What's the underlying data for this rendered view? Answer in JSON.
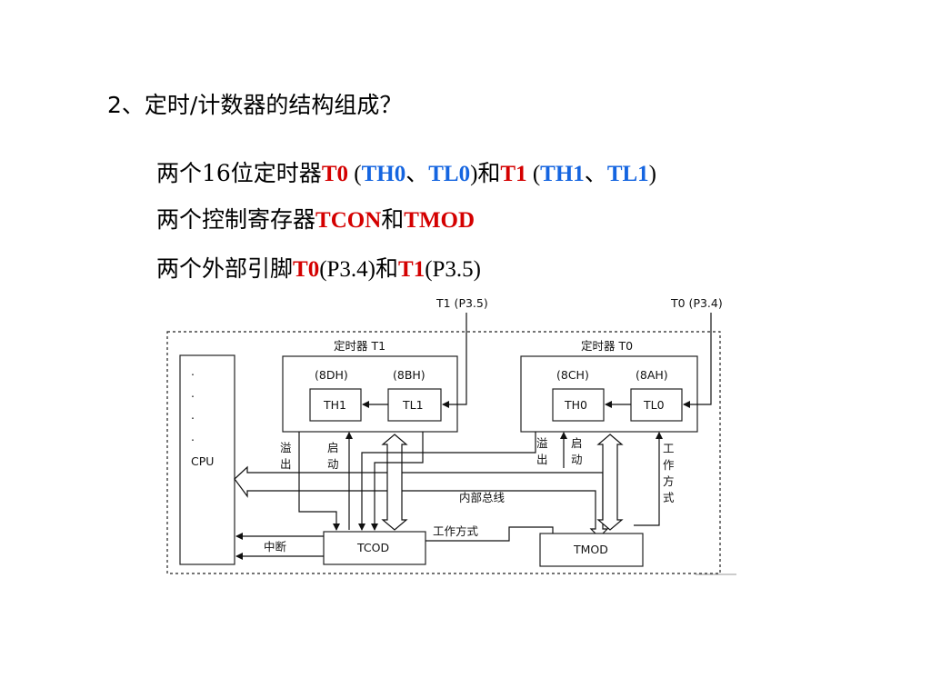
{
  "heading": "2、定时/计数器的结构组成？",
  "line1": {
    "p1": "两个16位定时器",
    "t0": "T0",
    "p2": " (",
    "th0": "TH0",
    "sep1": "、",
    "tl0": "TL0",
    "p3": ")和",
    "t1": "T1",
    "p4": " (",
    "th1": "TH1",
    "sep2": "、",
    "tl1": "TL1",
    "p5": ")"
  },
  "line2": {
    "p1": "两个控制寄存器",
    "tcon": "TCON",
    "and": "和",
    "tmod": "TMOD"
  },
  "line3": {
    "p1": "两个外部引脚",
    "t0": "T0",
    "p2": "(P3.4)和",
    "t1": "T1",
    "p3": "(P3.5)"
  },
  "diagram": {
    "pin_t1": "T1 (P3.5)",
    "pin_t0": "T0 (P3.4)",
    "timer1_label": "定时器 T1",
    "timer0_label": "定时器 T0",
    "addr_th1": "(8DH)",
    "addr_tl1": "(8BH)",
    "addr_th0": "(8CH)",
    "addr_tl0": "(8AH)",
    "th1": "TH1",
    "tl1": "TL1",
    "th0": "TH0",
    "tl0": "TL0",
    "cpu": "CPU",
    "overflow1": [
      "溢",
      "出"
    ],
    "start1": [
      "启",
      "动"
    ],
    "overflow0": [
      "溢",
      "出"
    ],
    "start0": [
      "启",
      "动"
    ],
    "mode_vertical": [
      "工",
      "作",
      "方",
      "式"
    ],
    "internal_bus": "内部总线",
    "mode_label": "工作方式",
    "interrupt": "中断",
    "tcon": "TCOD",
    "tmod": "TMOD"
  }
}
